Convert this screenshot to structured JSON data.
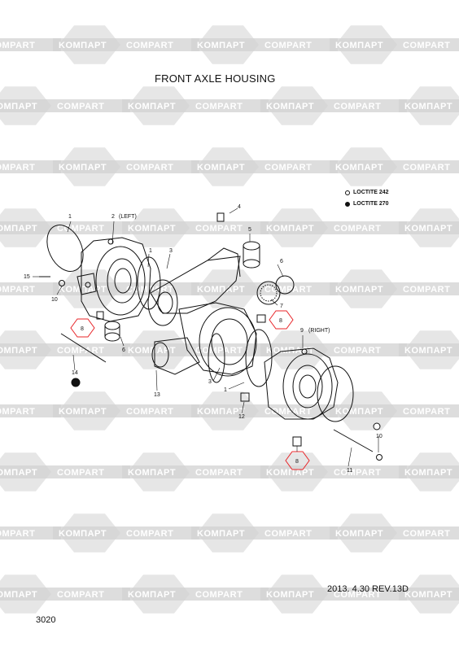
{
  "title": "FRONT AXLE HOUSING",
  "revision": "2013. 4.30 REV.13D",
  "page_number": "3020",
  "legend": [
    {
      "label": "LOCTITE  242",
      "marker": "open-circle"
    },
    {
      "label": "LOCTITE  270",
      "marker": "filled-circle"
    }
  ],
  "callouts": {
    "c1a": "1",
    "c2": "2",
    "c2_side": "(LEFT)",
    "c4": "4",
    "c5": "5",
    "c1b": "1",
    "c3a": "3",
    "c15": "15",
    "c10a": "10",
    "c6a": "6",
    "c7": "7",
    "c8a": "8",
    "c8b": "8",
    "c6b": "6",
    "c9": "9",
    "c9_side": "(RIGHT)",
    "c14": "14",
    "c13": "13",
    "c3b": "3",
    "c1c": "1",
    "c12": "12",
    "c8c": "8",
    "c10b": "10",
    "c11": "11"
  },
  "watermark": {
    "brand_a": "KOMΠAPT",
    "brand_b": "COMPART"
  },
  "colors": {
    "watermark": "#d2d2d2",
    "highlight": "#e8262a",
    "ink": "#111111"
  }
}
